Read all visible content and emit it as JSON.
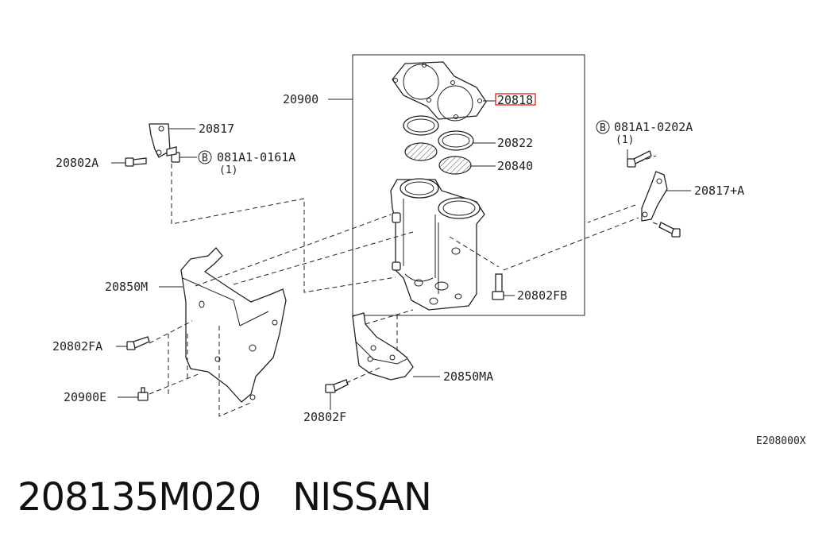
{
  "diagram": {
    "labels": {
      "assembly": "20900",
      "gasket": "20818",
      "ring_upper": "20822",
      "ring_lower": "20840",
      "bracket_left": "20817",
      "bolt_left": "20802A",
      "bolt_spec_left": "081A1-0161A",
      "bolt_spec_left_qty": "(1)",
      "bolt_spec_right": "081A1-0202A",
      "bolt_spec_right_qty": "(1)",
      "bracket_right": "20817+A",
      "cover_left": "20850M",
      "bolt_fa": "20802FA",
      "bolt_e": "20900E",
      "bolt_fb": "20802FB",
      "cover_lower": "20850MA",
      "bolt_f": "20802F",
      "diagram_code": "E208000X",
      "circled_b": "B"
    },
    "highlight_color": "#e53935"
  },
  "footer": {
    "part_number": "208135M020",
    "brand": "NISSAN"
  }
}
